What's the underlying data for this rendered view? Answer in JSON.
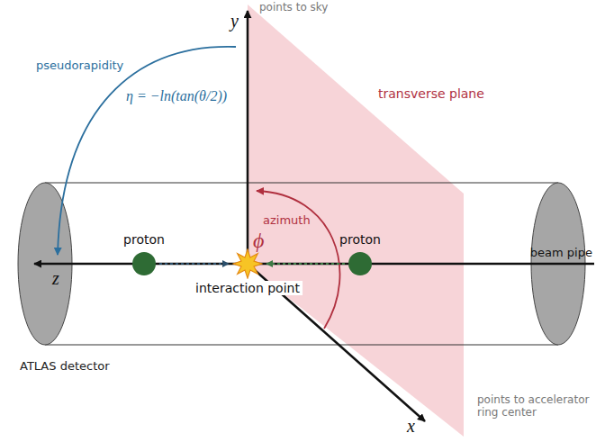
{
  "diagram": {
    "nodes": [
      {
        "text": [
          "proton"
        ]
      },
      {
        "text": [
          "interaction point"
        ]
      },
      {
        "text": [
          "proton"
        ]
      }
    ],
    "edges": [
      {
        "from": 0,
        "to": 1,
        "arrow": "to"
      },
      {
        "from": 2,
        "to": 1,
        "arrow": "to"
      }
    ],
    "labels": [
      "points to sky",
      "y",
      "pseudorapidity",
      "η = −ln(tan(θ/2))",
      "transverse plane",
      "azimuth",
      "ϕ",
      "z",
      "beam pipe",
      "ATLAS detector",
      "points to accelerator ring center",
      "x"
    ]
  }
}
